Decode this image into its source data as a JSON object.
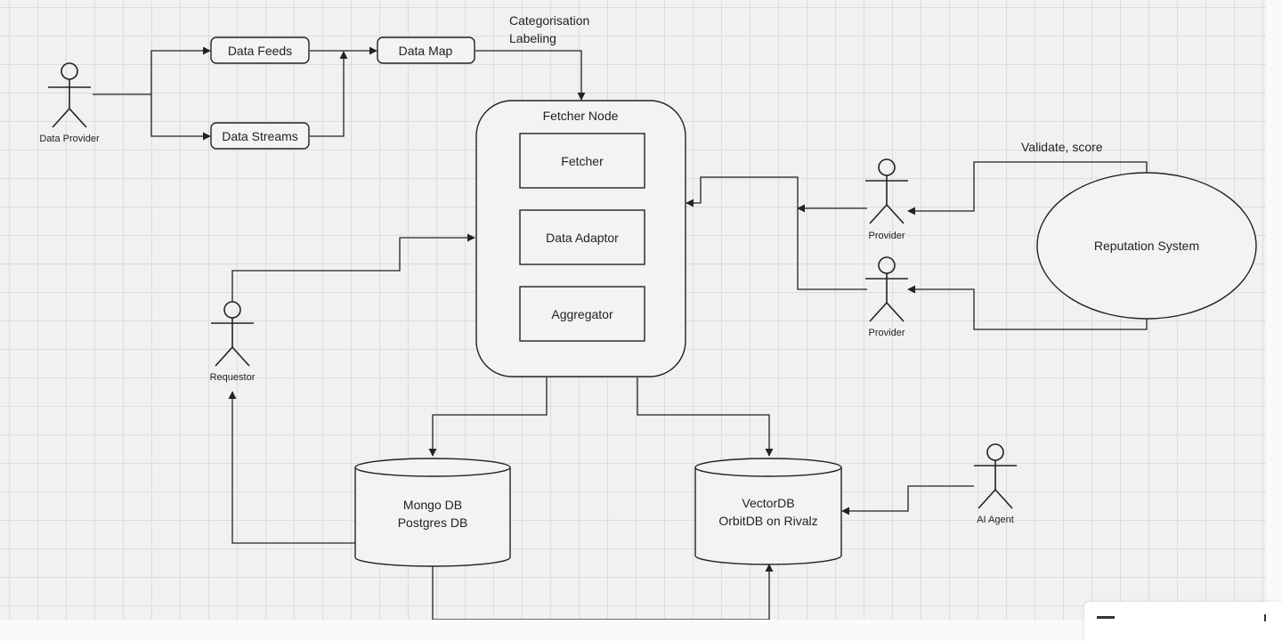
{
  "actors": {
    "data_provider": "Data Provider",
    "requestor": "Requestor",
    "provider_top": "Provider",
    "provider_bottom": "Provider",
    "ai_agent": "AI Agent"
  },
  "sources": {
    "data_feeds": "Data Feeds",
    "data_streams": "Data Streams",
    "data_map": "Data Map"
  },
  "annotations": {
    "categorisation": "Categorisation",
    "labeling": "Labeling",
    "validate_score": "Validate, score"
  },
  "fetcher_node": {
    "title": "Fetcher Node",
    "components": [
      "Fetcher",
      "Data Adaptor",
      "Aggregator"
    ]
  },
  "reputation_system": "Reputation System",
  "databases": {
    "left": [
      "Mongo DB",
      "Postgres DB"
    ],
    "right": [
      "VectorDB",
      "OrbitDB on Rivalz"
    ]
  },
  "colors": {
    "canvas": "#f1f1f1",
    "grid": "#dcdcdc",
    "stroke": "#222222"
  }
}
